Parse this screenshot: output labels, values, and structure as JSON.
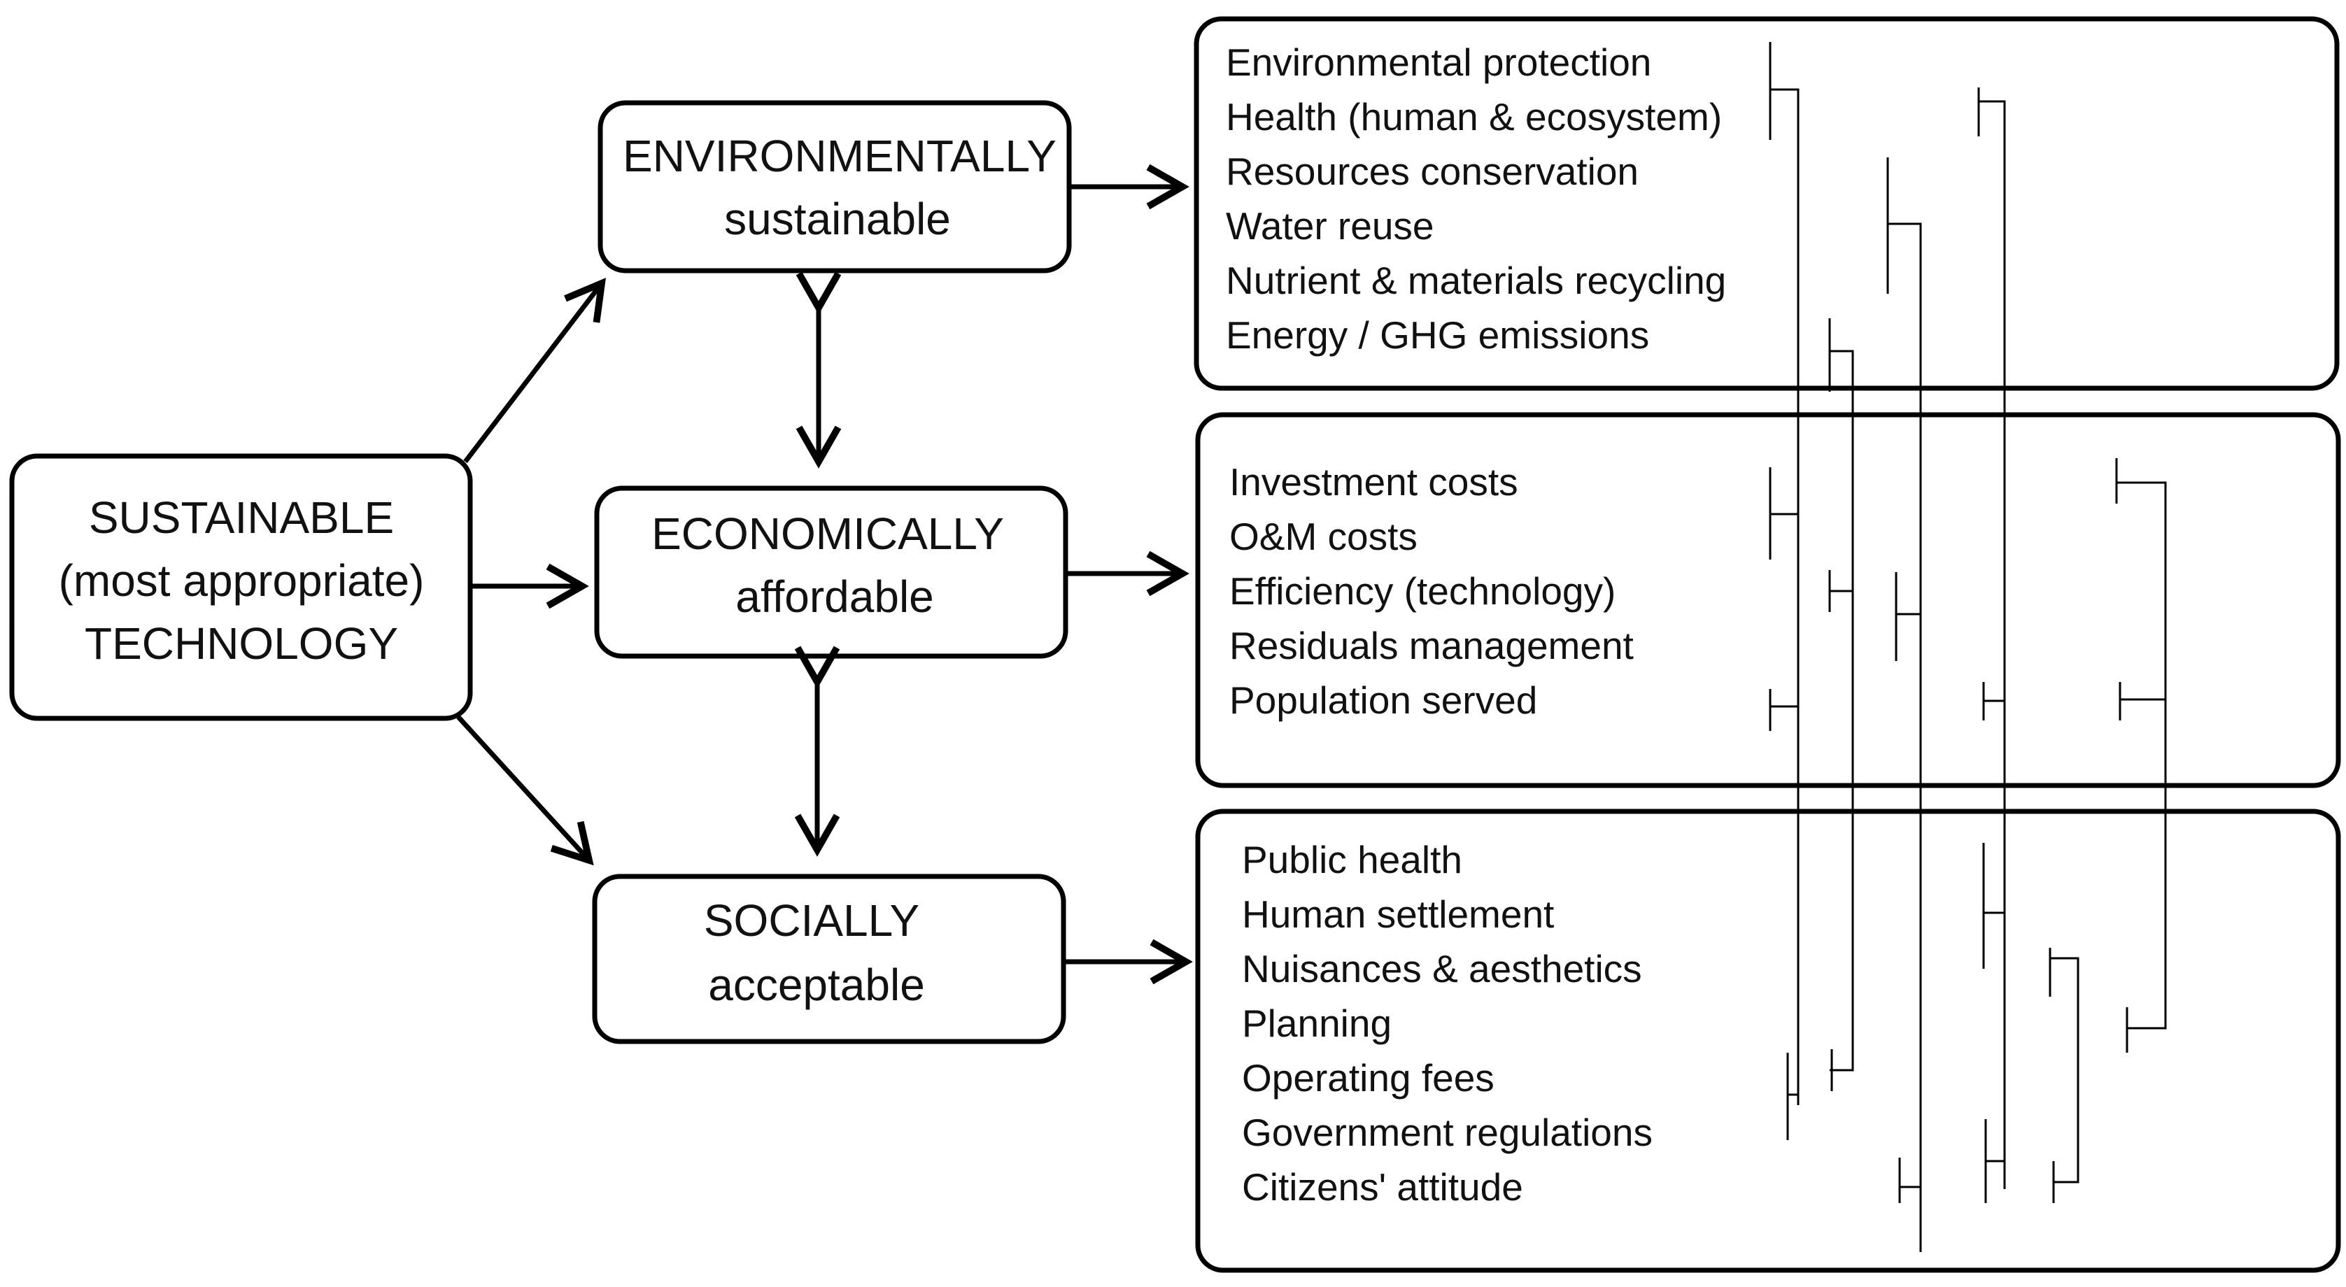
{
  "root": {
    "line1": "SUSTAINABLE",
    "line2": "(most appropriate)",
    "line3": "TECHNOLOGY"
  },
  "pillars": {
    "environmental": {
      "line1": "ENVIRONMENTALLY",
      "line2": "sustainable"
    },
    "economic": {
      "line1": "ECONOMICALLY",
      "line2": "affordable"
    },
    "social": {
      "line1": "SOCIALLY",
      "line2": "acceptable"
    }
  },
  "criteria": {
    "environmental": [
      "Environmental protection",
      "Health (human & ecosystem)",
      "Resources conservation",
      "Water reuse",
      "Nutrient & materials recycling",
      "Energy / GHG emissions"
    ],
    "economic": [
      "Investment costs",
      "O&M costs",
      "Efficiency (technology)",
      "Residuals management",
      "Population served"
    ],
    "social": [
      "Public health",
      "Human settlement",
      "Nuisances & aesthetics",
      "Planning",
      "Operating fees",
      "Government regulations",
      "Citizens' attitude"
    ]
  },
  "colors": {
    "stroke": "#000000",
    "text": "#111111",
    "background": "#ffffff"
  }
}
